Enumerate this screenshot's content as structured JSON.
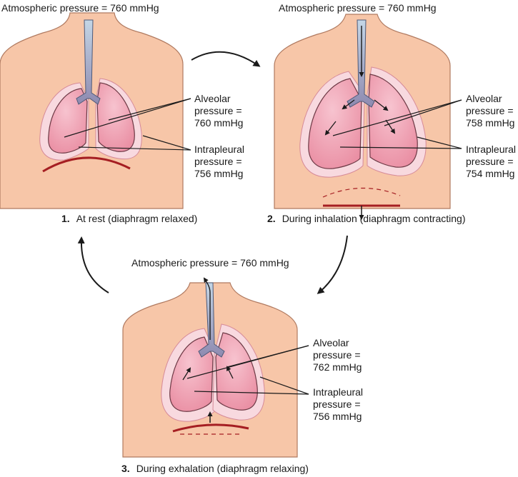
{
  "panels": [
    {
      "number": "1.",
      "caption": "At rest (diaphragm relaxed)",
      "atmospheric": "Atmospheric pressure = 760 mmHg",
      "alveolar": "Alveolar\npressure =\n760 mmHg",
      "intrapleural": "Intrapleural\npressure =\n756 mmHg"
    },
    {
      "number": "2.",
      "caption": "During inhalation (diaphragm contracting)",
      "atmospheric": "Atmospheric pressure = 760 mmHg",
      "alveolar": "Alveolar\npressure =\n758 mmHg",
      "intrapleural": "Intrapleural\npressure =\n754 mmHg"
    },
    {
      "number": "3.",
      "caption": "During exhalation (diaphragm relaxing)",
      "atmospheric": "Atmospheric pressure = 760 mmHg",
      "alveolar": "Alveolar\npressure =\n762 mmHg",
      "intrapleural": "Intrapleural\npressure =\n756 mmHg"
    }
  ],
  "colors": {
    "skin": "#f7c6a8",
    "skin_outline": "#b07a60",
    "pleura": "#f8d9df",
    "lung": "#ee9aac",
    "lung_outline": "#6e3a46",
    "trachea": "#a7b4ca",
    "diaphragm": "#a51e22",
    "cycle_arrow": "#1a1a1a"
  }
}
